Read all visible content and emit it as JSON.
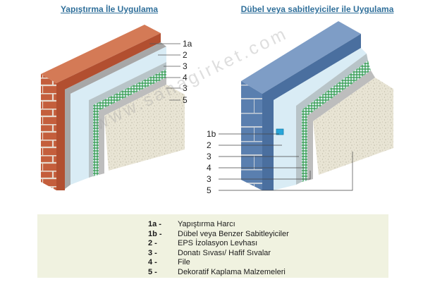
{
  "titles": {
    "left": "Yapıştırma İle Uygulama",
    "right": "Dübel veya sabitleyiciler ile Uygulama"
  },
  "callouts": {
    "left": [
      "1a",
      "2",
      "3",
      "4",
      "3",
      "5"
    ],
    "right": [
      "1b",
      "2",
      "3",
      "4",
      "3",
      "5"
    ]
  },
  "watermark": "www.sanagirket.com",
  "legend": [
    {
      "code": "1a -",
      "text": "Yapıştırma Harcı"
    },
    {
      "code": "1b -",
      "text": "Dübel veya Benzer Sabitleyiciler"
    },
    {
      "code": "2 -",
      "text": "EPS İzolasyon Levhası"
    },
    {
      "code": "3 -",
      "text": "Donatı Sıvası/ Hafif Sıvalar"
    },
    {
      "code": "4 -",
      "text": "File"
    },
    {
      "code": "5 -",
      "text": "Dekoratif Kaplama Malzemeleri"
    }
  ],
  "colors": {
    "brick": "#c45e3c",
    "mortar": "#d8d2c8",
    "adhesive": "#a7a7a7",
    "eps": "#d9ecf5",
    "mesh": "#2f9a4a",
    "render": "#bdbdbd",
    "finish": "#e8e4d4",
    "block": "#5a7faf",
    "accent": "#2f6f9a",
    "legend_bg": "#f0f2e0"
  }
}
